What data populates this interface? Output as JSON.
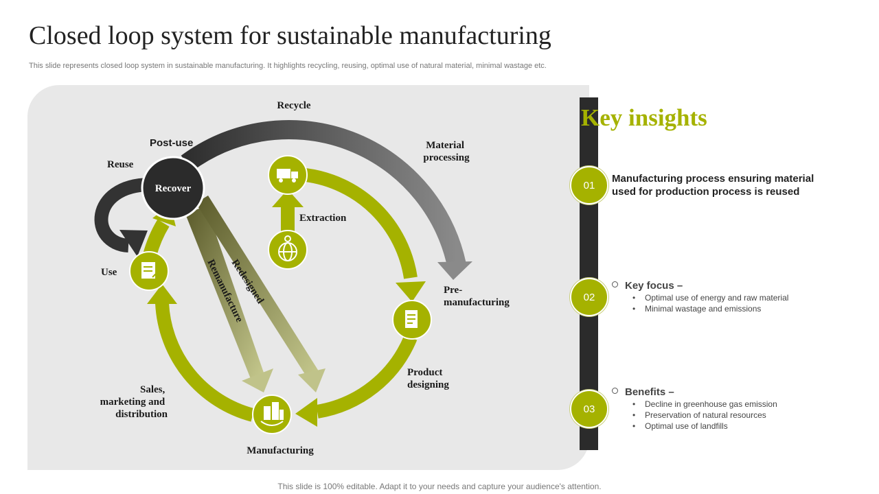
{
  "title": "Closed loop system for sustainable manufacturing",
  "subtitle": "This slide represents closed loop system in sustainable manufacturing. It highlights recycling, reusing, optimal use of natural material, minimal wastage etc.",
  "diagram": {
    "recover": "Recover",
    "recycle": "Recycle",
    "post_use": "Post-use",
    "reuse": "Reuse",
    "use": "Use",
    "material_processing": [
      "Material",
      "processing"
    ],
    "extraction": "Extraction",
    "pre_manufacturing": [
      "Pre-",
      "manufacturing"
    ],
    "product_designing": [
      "Product",
      "designing"
    ],
    "sales": [
      "Sales,",
      "marketing and",
      "distribution"
    ],
    "manufacturing": "Manufacturing",
    "remanufacture": "Remanufacture",
    "redesigned": "Redesigned"
  },
  "insights": {
    "title": "Key insights",
    "items": [
      {
        "num": "01",
        "text": "Manufacturing process ensuring material used for production process is reused"
      },
      {
        "num": "02",
        "heading": "Key focus –",
        "bullets": [
          "Optimal use of energy and raw material",
          "Minimal wastage and emissions"
        ]
      },
      {
        "num": "03",
        "heading": "Benefits –",
        "bullets": [
          "Decline in greenhouse gas emission",
          "Preservation  of natural resources",
          "Optimal use of landfills"
        ]
      }
    ]
  },
  "footer": "This slide is 100% editable. Adapt it to your needs and capture your audience's attention.",
  "colors": {
    "accent": "#a5b200",
    "dark": "#2b2b2b",
    "panel": "#e8e8e8"
  },
  "icons": [
    "truck-icon",
    "globe-icon",
    "document-icon",
    "buildings-icon",
    "note-icon"
  ]
}
